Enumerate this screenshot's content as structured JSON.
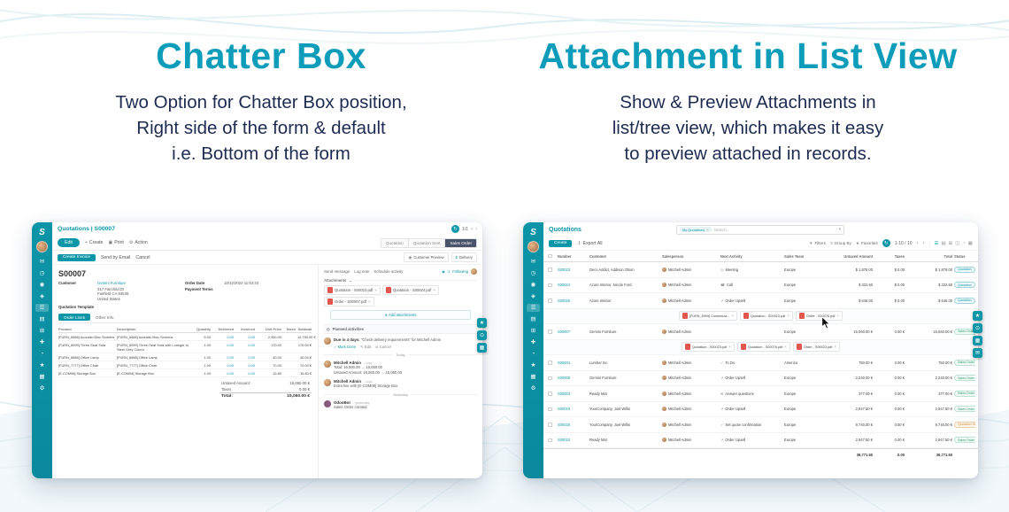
{
  "hero": {
    "left": {
      "title": "Chatter Box",
      "lines": [
        "Two Option for Chatter Box position,",
        "Right side of the form & default",
        "i.e. Bottom of the form"
      ]
    },
    "right": {
      "title": "Attachment in List View",
      "lines": [
        "Show & Preview Attachments in",
        "list/tree view, which makes it easy",
        "to preview attached in records."
      ]
    }
  },
  "colors": {
    "teal": "#0d96a8",
    "heading_teal": "#0d9cb9",
    "navy": "#1d2b50",
    "pdf_red": "#e2574c"
  },
  "icons": {
    "refresh": "↻",
    "chevron_left": "‹",
    "chevron_right": "›",
    "plus": "+",
    "print": "▣",
    "gear": "⚙",
    "user": "◉",
    "caret_down": "▾",
    "collapse": "⌄",
    "follower": "◉",
    "check": "✓",
    "pencil": "✎",
    "cancel": "⊘",
    "add_attachment": "⊕",
    "section": "◷",
    "export": "↥",
    "filter": "▼",
    "group_by": "≡",
    "favorite": "★",
    "close": "×",
    "pdf": "PDF"
  },
  "sidebar": {
    "logo": "S",
    "icons": [
      {
        "name": "discuss-icon",
        "glyph": "✉"
      },
      {
        "name": "calendar-icon",
        "glyph": "◷"
      },
      {
        "name": "contacts-icon",
        "glyph": "◉"
      },
      {
        "name": "crm-icon",
        "glyph": "◈"
      },
      {
        "name": "sales-icon",
        "glyph": "☰"
      },
      {
        "name": "dashboard-icon",
        "glyph": "▤"
      },
      {
        "name": "inventory-icon",
        "glyph": "⊞"
      },
      {
        "name": "purchase-icon",
        "glyph": "✚"
      },
      {
        "name": "accounting-icon",
        "glyph": "◔"
      },
      {
        "name": "employees-icon",
        "glyph": "★"
      },
      {
        "name": "apps-icon",
        "glyph": "▦"
      },
      {
        "name": "settings-icon",
        "glyph": "⚙"
      }
    ]
  },
  "quick_left": [
    {
      "name": "favorites-icon",
      "glyph": "★"
    },
    {
      "name": "search-icon",
      "glyph": "⊙"
    },
    {
      "name": "grid-icon",
      "glyph": "▦"
    }
  ],
  "quick_right": [
    {
      "name": "favorites-icon",
      "glyph": "★"
    },
    {
      "name": "search-icon",
      "glyph": "⊙"
    },
    {
      "name": "grid-icon",
      "glyph": "▦"
    },
    {
      "name": "chat-icon",
      "glyph": "✉"
    }
  ],
  "form_app": {
    "breadcrumb": "Quotations | S00007",
    "pager": "1/1",
    "toolbar": {
      "edit": "Edit",
      "create": "Create",
      "print": "Print",
      "action": "Action"
    },
    "statusbar": [
      "Quotation",
      "Quotation Sent",
      "Sales Order"
    ],
    "actions": {
      "create_invoice": "Create Invoice",
      "send_by_email": "Send by Email",
      "cancel": "Cancel"
    },
    "smart_buttons": {
      "preview": "Customer Preview",
      "delivery_count": "2",
      "delivery": "Delivery"
    },
    "record": {
      "name": "S00007",
      "customer_label": "Customer",
      "customer": "Gemini Furniture",
      "address": [
        "317 Fairchild Dr",
        "Fairfield CA 94535",
        "United States"
      ],
      "order_date_label": "Order Date",
      "order_date": "10/12/2022 11:53:23",
      "payment_terms_label": "Payment Terms",
      "quotation_template_label": "Quotation Template",
      "tab_order_lines": "Order Lines",
      "tab_other_info": "Other Info"
    },
    "table": {
      "headers": [
        "Product",
        "Description",
        "Quantity",
        "Delivered",
        "Invoiced",
        "Unit Price",
        "Taxes",
        "Subtotal"
      ],
      "rows": [
        {
          "product": "[FURN_6666] Acoustic Bloc Screens",
          "description": "[FURN_6666] Acoustic Bloc Screens",
          "qty": "5.00",
          "delivered": "0.00",
          "invoiced": "0.00",
          "unit_price": "2,950.00",
          "taxes": "",
          "subtotal": "14,750.00 €"
        },
        {
          "product": "[FURN_8999] Three-Seat Sofa",
          "description": "[FURN_8999] Three-Seat Sofa with Lounger in Steel Grey Colour",
          "qty": "1.00",
          "delivered": "0.00",
          "invoiced": "0.00",
          "unit_price": "170.00",
          "taxes": "",
          "subtotal": "170.00 €"
        },
        {
          "product": "[FURN_8888] Office Lamp",
          "description": "[FURN_8888] Office Lamp",
          "qty": "1.00",
          "delivered": "0.00",
          "invoiced": "0.00",
          "unit_price": "40.00",
          "taxes": "",
          "subtotal": "40.00 €"
        },
        {
          "product": "[FURN_7777] Office Chair",
          "description": "[FURN_7777] Office Chair",
          "qty": "1.00",
          "delivered": "0.00",
          "invoiced": "0.00",
          "unit_price": "70.00",
          "taxes": "",
          "subtotal": "70.00 €"
        },
        {
          "product": "[E-COM08] Storage Box",
          "description": "[E-COM08] Storage Box",
          "qty": "1.00",
          "delivered": "0.00",
          "invoiced": "0.00",
          "unit_price": "15.80",
          "taxes": "",
          "subtotal": "15.80 €"
        }
      ],
      "totals": {
        "untaxed_label": "Untaxed Amount:",
        "untaxed": "15,060.00 €",
        "taxes_label": "Taxes",
        "taxes": "0.00 €",
        "total_label": "Total:",
        "total": "15,060.00 €"
      }
    },
    "chatter": {
      "tab_send": "Send message",
      "tab_log": "Log note",
      "tab_schedule": "Schedule activity",
      "followers": "1",
      "following": "Following",
      "attachments_label": "Attachments",
      "chips": [
        "Quotation - S00023.pdf",
        "Quotation - S00024.pdf",
        "Order - S00007.pdf"
      ],
      "add_attachments": "Add attachments",
      "planned_label": "Planned activities",
      "activity": {
        "due": "Due in 4 days:",
        "title": "“Check delivery requirements”",
        "assigned": "for Mitchell Admin",
        "mark_done": "Mark Done",
        "edit": "Edit",
        "cancel": "Cancel"
      },
      "today": "Today",
      "messages": [
        {
          "author": "Mitchell Admin",
          "meta": "- now",
          "line1": "Total: 16,560.00 → 15,060.00",
          "line2": "Untaxed Amount: 16,560.00 → 15,060.00"
        },
        {
          "author": "Mitchell Admin",
          "meta": "- now",
          "line1": "Extra line with [E-COM08] Storage Box",
          "line2": ""
        }
      ],
      "yesterday": "Yesterday",
      "bot": {
        "author": "OdooBot",
        "meta": "- yesterday",
        "text": "Sales Order created"
      }
    }
  },
  "list_app": {
    "title": "Quotations",
    "search": {
      "chip": "My Quotations",
      "placeholder": "Search..."
    },
    "toolbar": {
      "create": "Create",
      "export": "Export All",
      "filters": "Filters",
      "group_by": "Group By",
      "favorites": "Favorites",
      "pager": "1-10 / 10"
    },
    "view_icons": [
      {
        "name": "list-view-icon",
        "glyph": "☰",
        "active": "true"
      },
      {
        "name": "kanban-view-icon",
        "glyph": "▤",
        "active": "false"
      },
      {
        "name": "pivot-view-icon",
        "glyph": "⊞",
        "active": "false"
      },
      {
        "name": "graph-view-icon",
        "glyph": "◫",
        "active": "false"
      },
      {
        "name": "calendar-view-icon",
        "glyph": "◔",
        "active": "false"
      },
      {
        "name": "map-view-icon",
        "glyph": "▦",
        "active": "false"
      }
    ],
    "table": {
      "headers": [
        "Number",
        "Customer",
        "Salesperson",
        "Next Activity",
        "Sales Team",
        "Untaxed Amount",
        "Taxes",
        "Total",
        "Status"
      ],
      "rows_top": [
        {
          "number": "S00023",
          "customer": "Deco Addict, Addison Olson",
          "salesperson": "Mitchell Admin",
          "activity_icon": "◷",
          "activity": "Meeting",
          "team": "Europe",
          "untaxed": "$ 1,878.00",
          "taxes": "$ 0.00",
          "total": "$ 1,878.00",
          "status": "Quotation",
          "variant": "quotation"
        },
        {
          "number": "S00024",
          "customer": "Azure Interior, Nicole Ford",
          "salesperson": "Mitchell Admin",
          "activity_icon": "☎",
          "activity": "Call",
          "team": "Europe",
          "untaxed": "$ 322.50",
          "taxes": "$ 0.00",
          "total": "$ 322.50",
          "status": "Quotation",
          "variant": "quotation"
        },
        {
          "number": "S00026",
          "customer": "Azure Interior",
          "salesperson": "Mitchell Admin",
          "activity_icon": "↗",
          "activity": "Order Upsell",
          "team": "Europe",
          "untaxed": "$ 646.00",
          "taxes": "$ 0.00",
          "total": "$ 646.00",
          "status": "Quotation",
          "variant": "quotation"
        }
      ],
      "attach_row_1": {
        "chips": [
          "[FURN_8999] Customiza...",
          "Quotation - S00023.pdf",
          "Order - S00076.pdf"
        ]
      },
      "rows_mid": [
        {
          "number": "S00007",
          "customer": "Gemini Furniture",
          "salesperson": "Mitchell Admin",
          "activity_icon": "",
          "activity": "",
          "team": "Europe",
          "untaxed": "15,060.00 €",
          "taxes": "0.00 €",
          "total": "15,060.00 €",
          "status": "Sales Order",
          "variant": "sales_order"
        }
      ],
      "attach_row_2": {
        "chips": [
          "Quotation - S00023.pdf",
          "Quotation - S00076.pdf",
          "Order - S00023.pdf"
        ]
      },
      "rows_bottom": [
        {
          "number": "S00004",
          "customer": "Lumber Inc",
          "salesperson": "Mitchell Admin",
          "activity_icon": "✓",
          "activity": "To Do",
          "team": "America",
          "untaxed": "750.00 €",
          "taxes": "0.00 €",
          "total": "750.00 €",
          "status": "Sales Order",
          "variant": "sales_order"
        },
        {
          "number": "S00008",
          "customer": "Gemini Furniture",
          "salesperson": "Mitchell Admin",
          "activity_icon": "↗",
          "activity": "Order Upsell",
          "team": "Europe",
          "untaxed": "2,240.00 €",
          "taxes": "0.00 €",
          "total": "2,240.00 €",
          "status": "Sales Order",
          "variant": "sales_order"
        },
        {
          "number": "S00003",
          "customer": "Ready Mat",
          "salesperson": "Mitchell Admin",
          "activity_icon": "✉",
          "activity": "Answer questions",
          "team": "Europe",
          "untaxed": "377.00 €",
          "taxes": "0.00 €",
          "total": "377.00 €",
          "status": "Sales Order",
          "variant": "sales_order"
        },
        {
          "number": "S00019",
          "customer": "YourCompany, Joel Willis",
          "salesperson": "Mitchell Admin",
          "activity_icon": "↗",
          "activity": "Order Upsell",
          "team": "Europe",
          "untaxed": "2,947.50 €",
          "taxes": "0.00 €",
          "total": "2,947.50 €",
          "status": "Sales Order",
          "variant": "sales_order"
        },
        {
          "number": "S00025",
          "customer": "YourCompany, Joel Willis",
          "salesperson": "Mitchell Admin",
          "activity_icon": "✓",
          "activity": "Set quote confirmation",
          "team": "Europe",
          "untaxed": "9,740.00 €",
          "taxes": "0.00 €",
          "total": "9,740.00 €",
          "status": "Quotation Sent",
          "variant": "quotation_sent"
        },
        {
          "number": "S00010",
          "customer": "Ready Mat",
          "salesperson": "Mitchell Admin",
          "activity_icon": "↗",
          "activity": "Order Upsell",
          "team": "Europe",
          "untaxed": "2,947.50 €",
          "taxes": "0.00 €",
          "total": "2,947.50 €",
          "status": "Sales Order",
          "variant": "sales_order"
        }
      ],
      "totals": {
        "untaxed": "36,771.50",
        "taxes": "0.00",
        "total": "36,771.50"
      }
    }
  }
}
